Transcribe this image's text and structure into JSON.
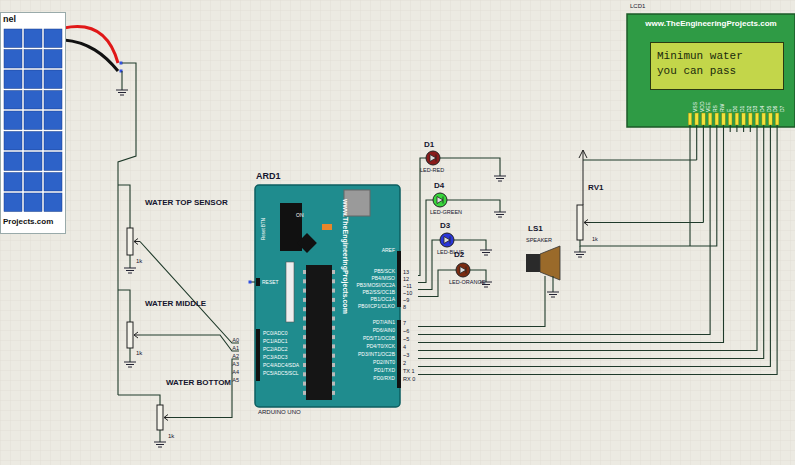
{
  "diagram": {
    "nodes": [
      {
        "text": [
          "nel",
          "Projects.com"
        ]
      },
      {
        "text": [
          "www.TheEngineeringProjects.com"
        ]
      },
      {
        "text": [
          "www.TheEngineeringProjects.com"
        ]
      },
      {
        "text": [
          "Minimun water you can pass"
        ],
        "in": 2
      }
    ],
    "labels": [
      "WATER TOP SENSOR",
      "1k",
      "WATER MIDDLE",
      "1k",
      "WATER BOTTOM",
      "1k",
      "ARD1",
      "ARDUINO UNO",
      "D1",
      "LED-RED",
      "D4",
      "LED-GREEN",
      "D3",
      "LED-BLUE",
      "D2",
      "LED-ORANGE",
      "LS1",
      "SPEAKER",
      "RV1",
      "1k",
      "LCD1",
      "ON",
      "Reset BTN",
      "RESET",
      "A0",
      "A1",
      "A2",
      "A3",
      "A4",
      "A5",
      "PC0/ADC0",
      "PC1/ADC1",
      "PC2/ADC2",
      "PC3/ADC3",
      "PC4/ADC4/SDA",
      "PC5/ADC5/SCL",
      "AREF",
      "13",
      "12",
      "~11",
      "~10",
      "~9",
      "8",
      "7",
      "~6",
      "~5",
      "4",
      "~3",
      "2",
      "TX 1",
      "RX 0",
      "PB5/SCK",
      "PB4/MISO",
      "PB3/MOSI/OC2A",
      "PB2/SS/OC1B",
      "PB1/OC1A",
      "PB0/ICP1/CLKO",
      "PD7/AIN1",
      "PD6/AIN0",
      "PD5/T1/OC0B",
      "PD4/T0/XCK",
      "PD3/INT1/OC2B",
      "PD2/INT0",
      "PD1/TXD",
      "PD0/RXD",
      "VSS",
      "VDD",
      "VEE",
      "RS",
      "RW",
      "E",
      "D0",
      "D1",
      "D2",
      "D3",
      "D4",
      "D5",
      "D6",
      "D7"
    ]
  }
}
